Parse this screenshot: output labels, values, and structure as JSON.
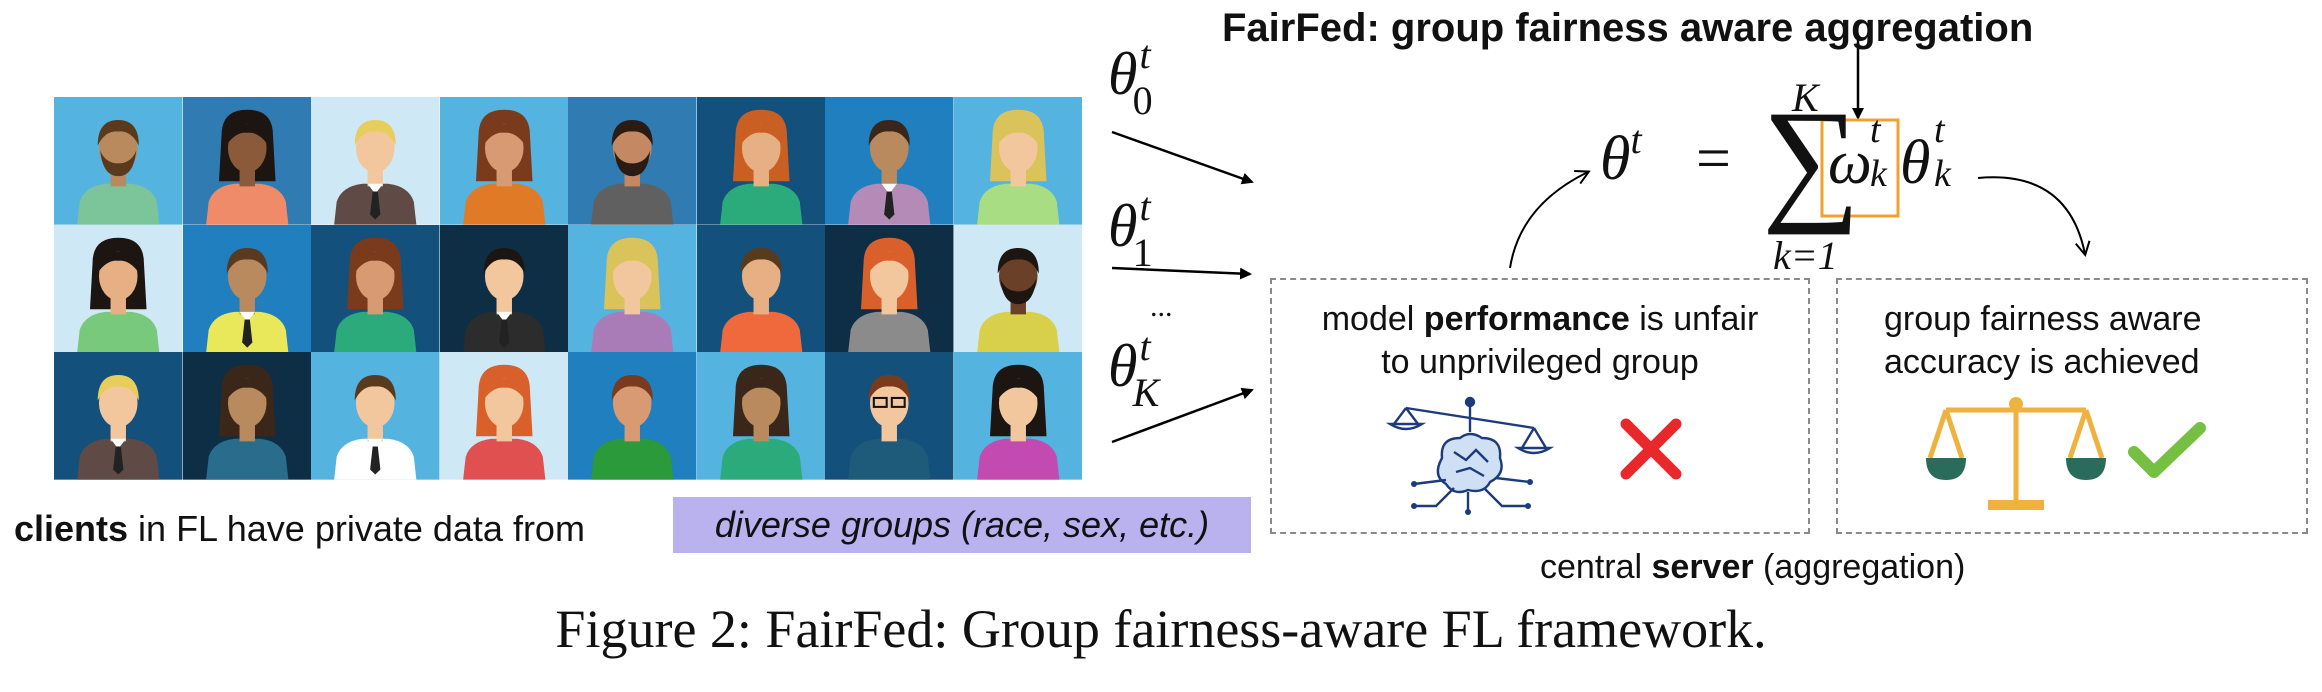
{
  "header": {
    "title": "FairFed: group fairness aware aggregation"
  },
  "inputs": {
    "theta_0": {
      "base": "θ",
      "sup": "t",
      "sub": "0"
    },
    "theta_1": {
      "base": "θ",
      "sup": "t",
      "sub": "1"
    },
    "theta_K": {
      "base": "θ",
      "sup": "t",
      "sub": "K"
    },
    "ellipsis": "..."
  },
  "formula": {
    "lhs": "θ",
    "lhs_sup": "t",
    "equals": "=",
    "sum": "∑",
    "upper": "K",
    "lower": "k=1",
    "weight": "ω",
    "weight_sup": "t",
    "weight_sub": "k",
    "theta": "θ",
    "theta_sup": "t",
    "theta_sub": "k"
  },
  "clients": {
    "caption_bold": "clients",
    "caption_rest": " in FL have private data from ",
    "highlight": "diverse groups (race, sex, etc.)",
    "highlight_color": "#b9b2ee",
    "avatars": [
      {
        "bg": "#55b3e0",
        "skin": "#b88a5e",
        "hair": "#5a3a1c",
        "shirt": "#7cc59b",
        "style": "beard"
      },
      {
        "bg": "#2f7bb2",
        "skin": "#8a5a3b",
        "hair": "#1d1512",
        "shirt": "#f08b6a",
        "style": "long"
      },
      {
        "bg": "#cfe8f5",
        "skin": "#f3c79e",
        "hair": "#e7cd5a",
        "shirt": "#5f4a45",
        "style": "tie"
      },
      {
        "bg": "#55b3e0",
        "skin": "#d79a72",
        "hair": "#7a3b1c",
        "shirt": "#e07a26",
        "style": "long"
      },
      {
        "bg": "#2f7bb2",
        "skin": "#c48962",
        "hair": "#2a1b14",
        "shirt": "#606060",
        "style": "beard"
      },
      {
        "bg": "#13507c",
        "skin": "#e7b084",
        "hair": "#c95f22",
        "shirt": "#2bab7b",
        "style": "long"
      },
      {
        "bg": "#1f7fbf",
        "skin": "#b88a5e",
        "hair": "#3b271a",
        "shirt": "#b48ab7",
        "style": "tie"
      },
      {
        "bg": "#55b3e0",
        "skin": "#f3c79e",
        "hair": "#d9c35a",
        "shirt": "#a9dd84",
        "style": "long"
      },
      {
        "bg": "#cfe8f5",
        "skin": "#e7b084",
        "hair": "#1d1512",
        "shirt": "#78c97c",
        "style": "long"
      },
      {
        "bg": "#1f7fbf",
        "skin": "#b88a5e",
        "hair": "#5a3a1c",
        "shirt": "#e8e85a",
        "style": "tie"
      },
      {
        "bg": "#13507c",
        "skin": "#d79a72",
        "hair": "#7a3b1c",
        "shirt": "#2bab7b",
        "style": "long"
      },
      {
        "bg": "#0e2e45",
        "skin": "#f3c79e",
        "hair": "#1d1512",
        "shirt": "#2c2c2c",
        "style": "tie"
      },
      {
        "bg": "#55b3e0",
        "skin": "#f3c79e",
        "hair": "#d9c35a",
        "shirt": "#a97bb7",
        "style": "long"
      },
      {
        "bg": "#13507c",
        "skin": "#e7b084",
        "hair": "#5a3a1c",
        "shirt": "#f0693d",
        "style": "plain"
      },
      {
        "bg": "#0e2e45",
        "skin": "#f3c79e",
        "hair": "#d9602a",
        "shirt": "#8b8b8b",
        "style": "long"
      },
      {
        "bg": "#cfe8f5",
        "skin": "#6a4128",
        "hair": "#1d1512",
        "shirt": "#d8d04a",
        "style": "beard"
      },
      {
        "bg": "#13507c",
        "skin": "#f3c79e",
        "hair": "#e7cd5a",
        "shirt": "#5f4a45",
        "style": "tie"
      },
      {
        "bg": "#0e2e45",
        "skin": "#b88a5e",
        "hair": "#3b271a",
        "shirt": "#2a6c8c",
        "style": "long"
      },
      {
        "bg": "#55b3e0",
        "skin": "#f3c79e",
        "hair": "#5a3a1c",
        "shirt": "#ffffff",
        "style": "tie"
      },
      {
        "bg": "#cfe8f5",
        "skin": "#f3c79e",
        "hair": "#d9602a",
        "shirt": "#e05050",
        "style": "long"
      },
      {
        "bg": "#1f7fbf",
        "skin": "#d79a72",
        "hair": "#7a3b1c",
        "shirt": "#2b9a3b",
        "style": "plain"
      },
      {
        "bg": "#55b3e0",
        "skin": "#b88a5e",
        "hair": "#3b271a",
        "shirt": "#2bab7b",
        "style": "long"
      },
      {
        "bg": "#13507c",
        "skin": "#f3c79e",
        "hair": "#7a3b1c",
        "shirt": "#1e5a7a",
        "style": "glasses"
      },
      {
        "bg": "#55b3e0",
        "skin": "#f3c79e",
        "hair": "#1d1512",
        "shirt": "#c24ab0",
        "style": "long"
      }
    ]
  },
  "unfair_box": {
    "line1_pre": "model ",
    "line1_bold": "performance",
    "line1_post": " is unfair",
    "line2": "to unprivileged group",
    "icon_color": "#e8282b"
  },
  "fair_box": {
    "line1": "group fairness aware",
    "line2": "accuracy is achieved",
    "scale_color": "#f0b23f",
    "pan_color": "#2a6b5b",
    "check_color": "#75c043"
  },
  "server": {
    "caption_pre": "central ",
    "caption_bold": "server",
    "caption_post": " (aggregation)"
  },
  "figure_caption": "Figure 2: FairFed: Group fairness-aware FL framework.",
  "highlight_box_color": "#f0a030"
}
